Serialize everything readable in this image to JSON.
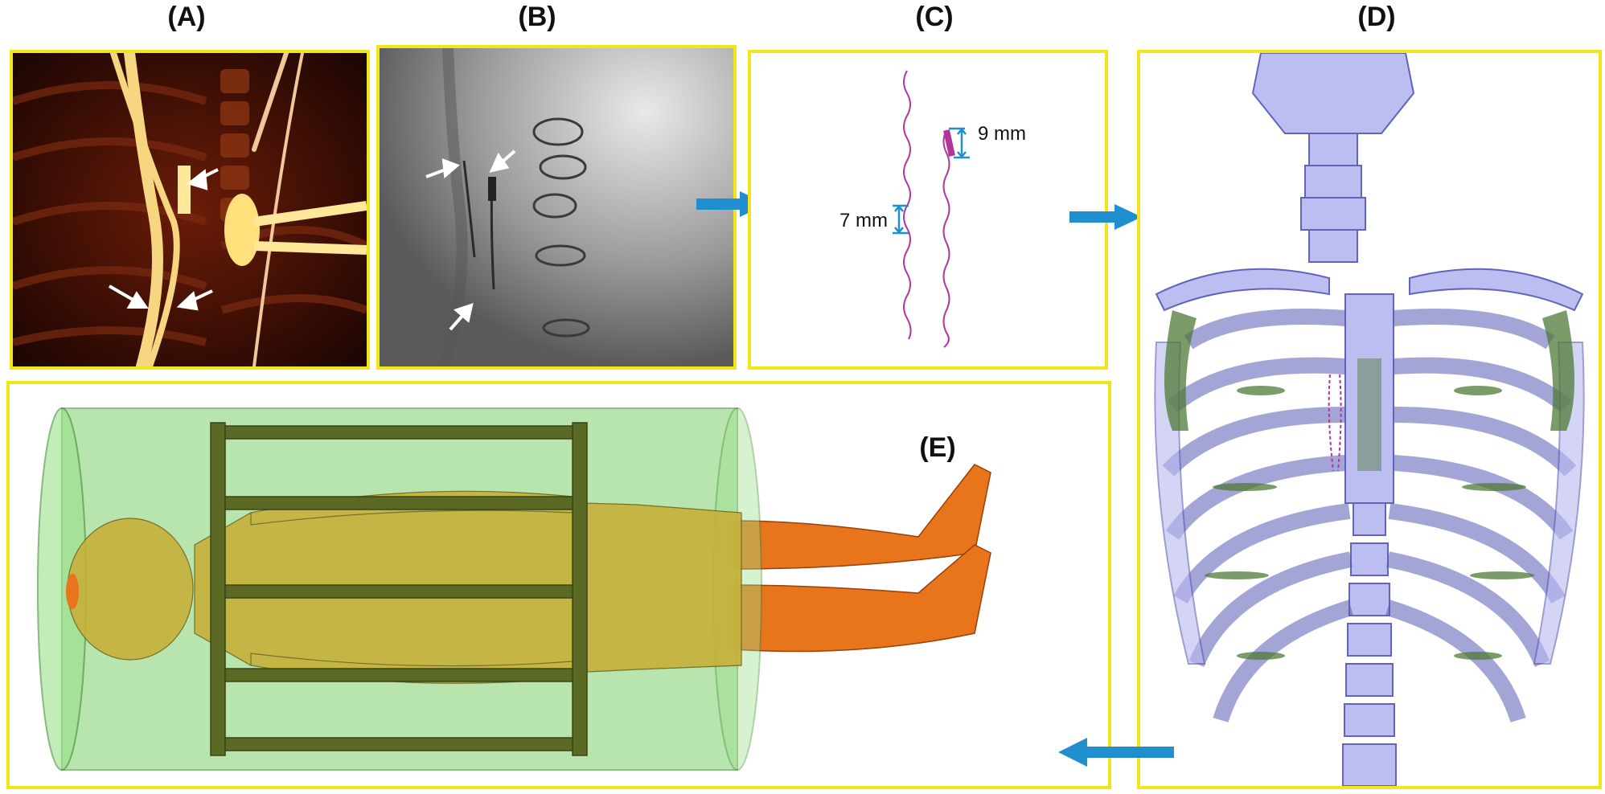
{
  "panels": {
    "a": {
      "label": "(A)"
    },
    "b": {
      "label": "(B)"
    },
    "c": {
      "label": "(C)",
      "measure_top": "9 mm",
      "measure_left": "7 mm"
    },
    "d": {
      "label": "(D)"
    },
    "e": {
      "label": "(E)"
    }
  },
  "colors": {
    "frame": "#f2e51c",
    "flow_arrow": "#1f8fd0",
    "lead_wire": "#b0369b",
    "skeleton": "#8f91d6",
    "tissue": "#4f7a35",
    "coil_cylinder": "#7fcf6c",
    "body_mesh": "#e8741c"
  }
}
